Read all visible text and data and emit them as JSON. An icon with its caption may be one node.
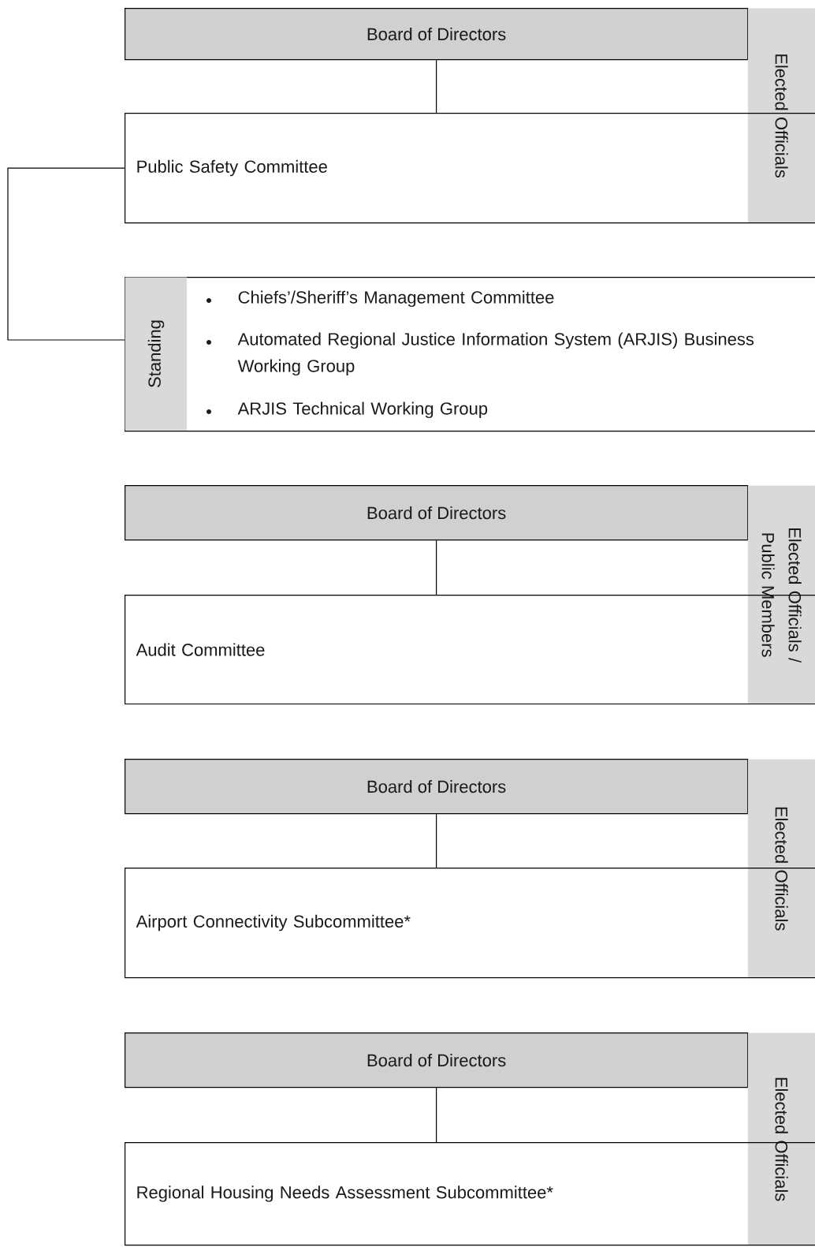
{
  "diagram": {
    "nodes": [
      {
        "text": [
          "Board of Directors"
        ]
      },
      {
        "text": [
          "Public Safety Committee"
        ]
      },
      {
        "text": [
          "Elected Officials"
        ]
      },
      {
        "text": [
          "Standing",
          "Chiefs’/Sheriff’s Management Committee",
          "Automated Regional Justice Information System (ARJIS) Business Working Group",
          "ARJIS Technical Working Group"
        ]
      },
      {
        "text": [
          "Board of Directors"
        ]
      },
      {
        "text": [
          "Audit Committee"
        ]
      },
      {
        "text": [
          "Elected Officials / Public Members"
        ]
      },
      {
        "text": [
          "Board of Directors"
        ]
      },
      {
        "text": [
          "Airport Connectivity Subcommittee*"
        ]
      },
      {
        "text": [
          "Elected Officials"
        ]
      },
      {
        "text": [
          "Board of Directors"
        ]
      },
      {
        "text": [
          "Regional Housing Needs Assessment Subcommittee*"
        ]
      },
      {
        "text": [
          "Elected Officials"
        ]
      }
    ],
    "edges": [
      {
        "from": 0,
        "to": 1,
        "arrow": "none"
      },
      {
        "from": 1,
        "to": 3,
        "arrow": "none"
      },
      {
        "from": 4,
        "to": 5,
        "arrow": "none"
      },
      {
        "from": 7,
        "to": 8,
        "arrow": "none"
      },
      {
        "from": 10,
        "to": 11,
        "arrow": "none"
      }
    ]
  }
}
